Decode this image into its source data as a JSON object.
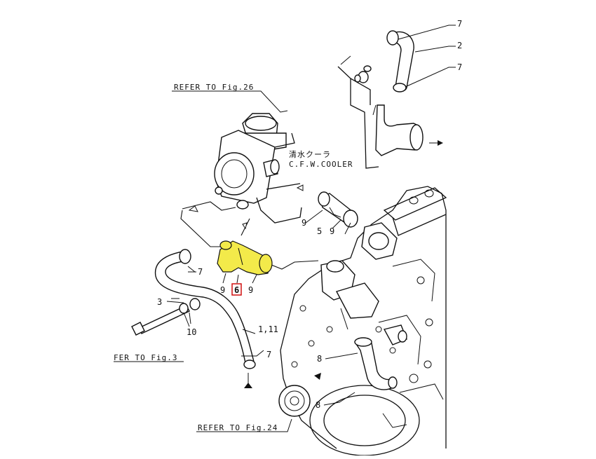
{
  "references": {
    "fig26": "REFER TO Fig.26",
    "fig3": "FER TO Fig.3",
    "fig24": "REFER TO Fig.24"
  },
  "cooler": {
    "label_jp": "清水クーラ",
    "label_en": "C.F.W.COOLER"
  },
  "part_numbers": {
    "p7_top": "7",
    "p2": "2",
    "p7_right": "7",
    "p9_left_cooler": "9",
    "p5": "5",
    "p9_right_cooler": "9",
    "p7_hose": "7",
    "p9_a": "9",
    "p6": "6",
    "p9_b": "9",
    "p3": "3",
    "p10": "10",
    "p1_11": "1,11",
    "p7_lower": "7",
    "p8_upper": "8",
    "p8_lower": "8"
  },
  "highlight": {
    "part": "6",
    "color": "#f3ea4a",
    "box_color": "#d01010"
  }
}
